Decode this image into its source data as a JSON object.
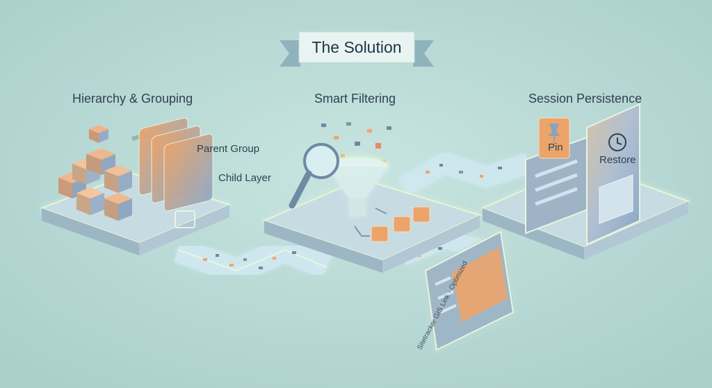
{
  "title": "The Solution",
  "sections": {
    "hierarchy": {
      "heading": "Hierarchy & Grouping",
      "parent_label": "Parent Group",
      "child_label": "Child Layer"
    },
    "filtering": {
      "heading": "Smart Filtering"
    },
    "persistence": {
      "heading": "Session Persistence",
      "pin_label": "Pin",
      "restore_label": "Restore"
    }
  },
  "center_panel": {
    "title": "Sitetracker GIS Link - Optimized"
  },
  "colors": {
    "background": "#b9d9d6",
    "platform": "#c9dde2",
    "platform_glow": "#d6f5c8",
    "accent_orange": "#eca46a",
    "accent_blue": "#8fa9c6",
    "title_banner": "#e8f4f2",
    "ribbon": "#8fb3bd"
  }
}
